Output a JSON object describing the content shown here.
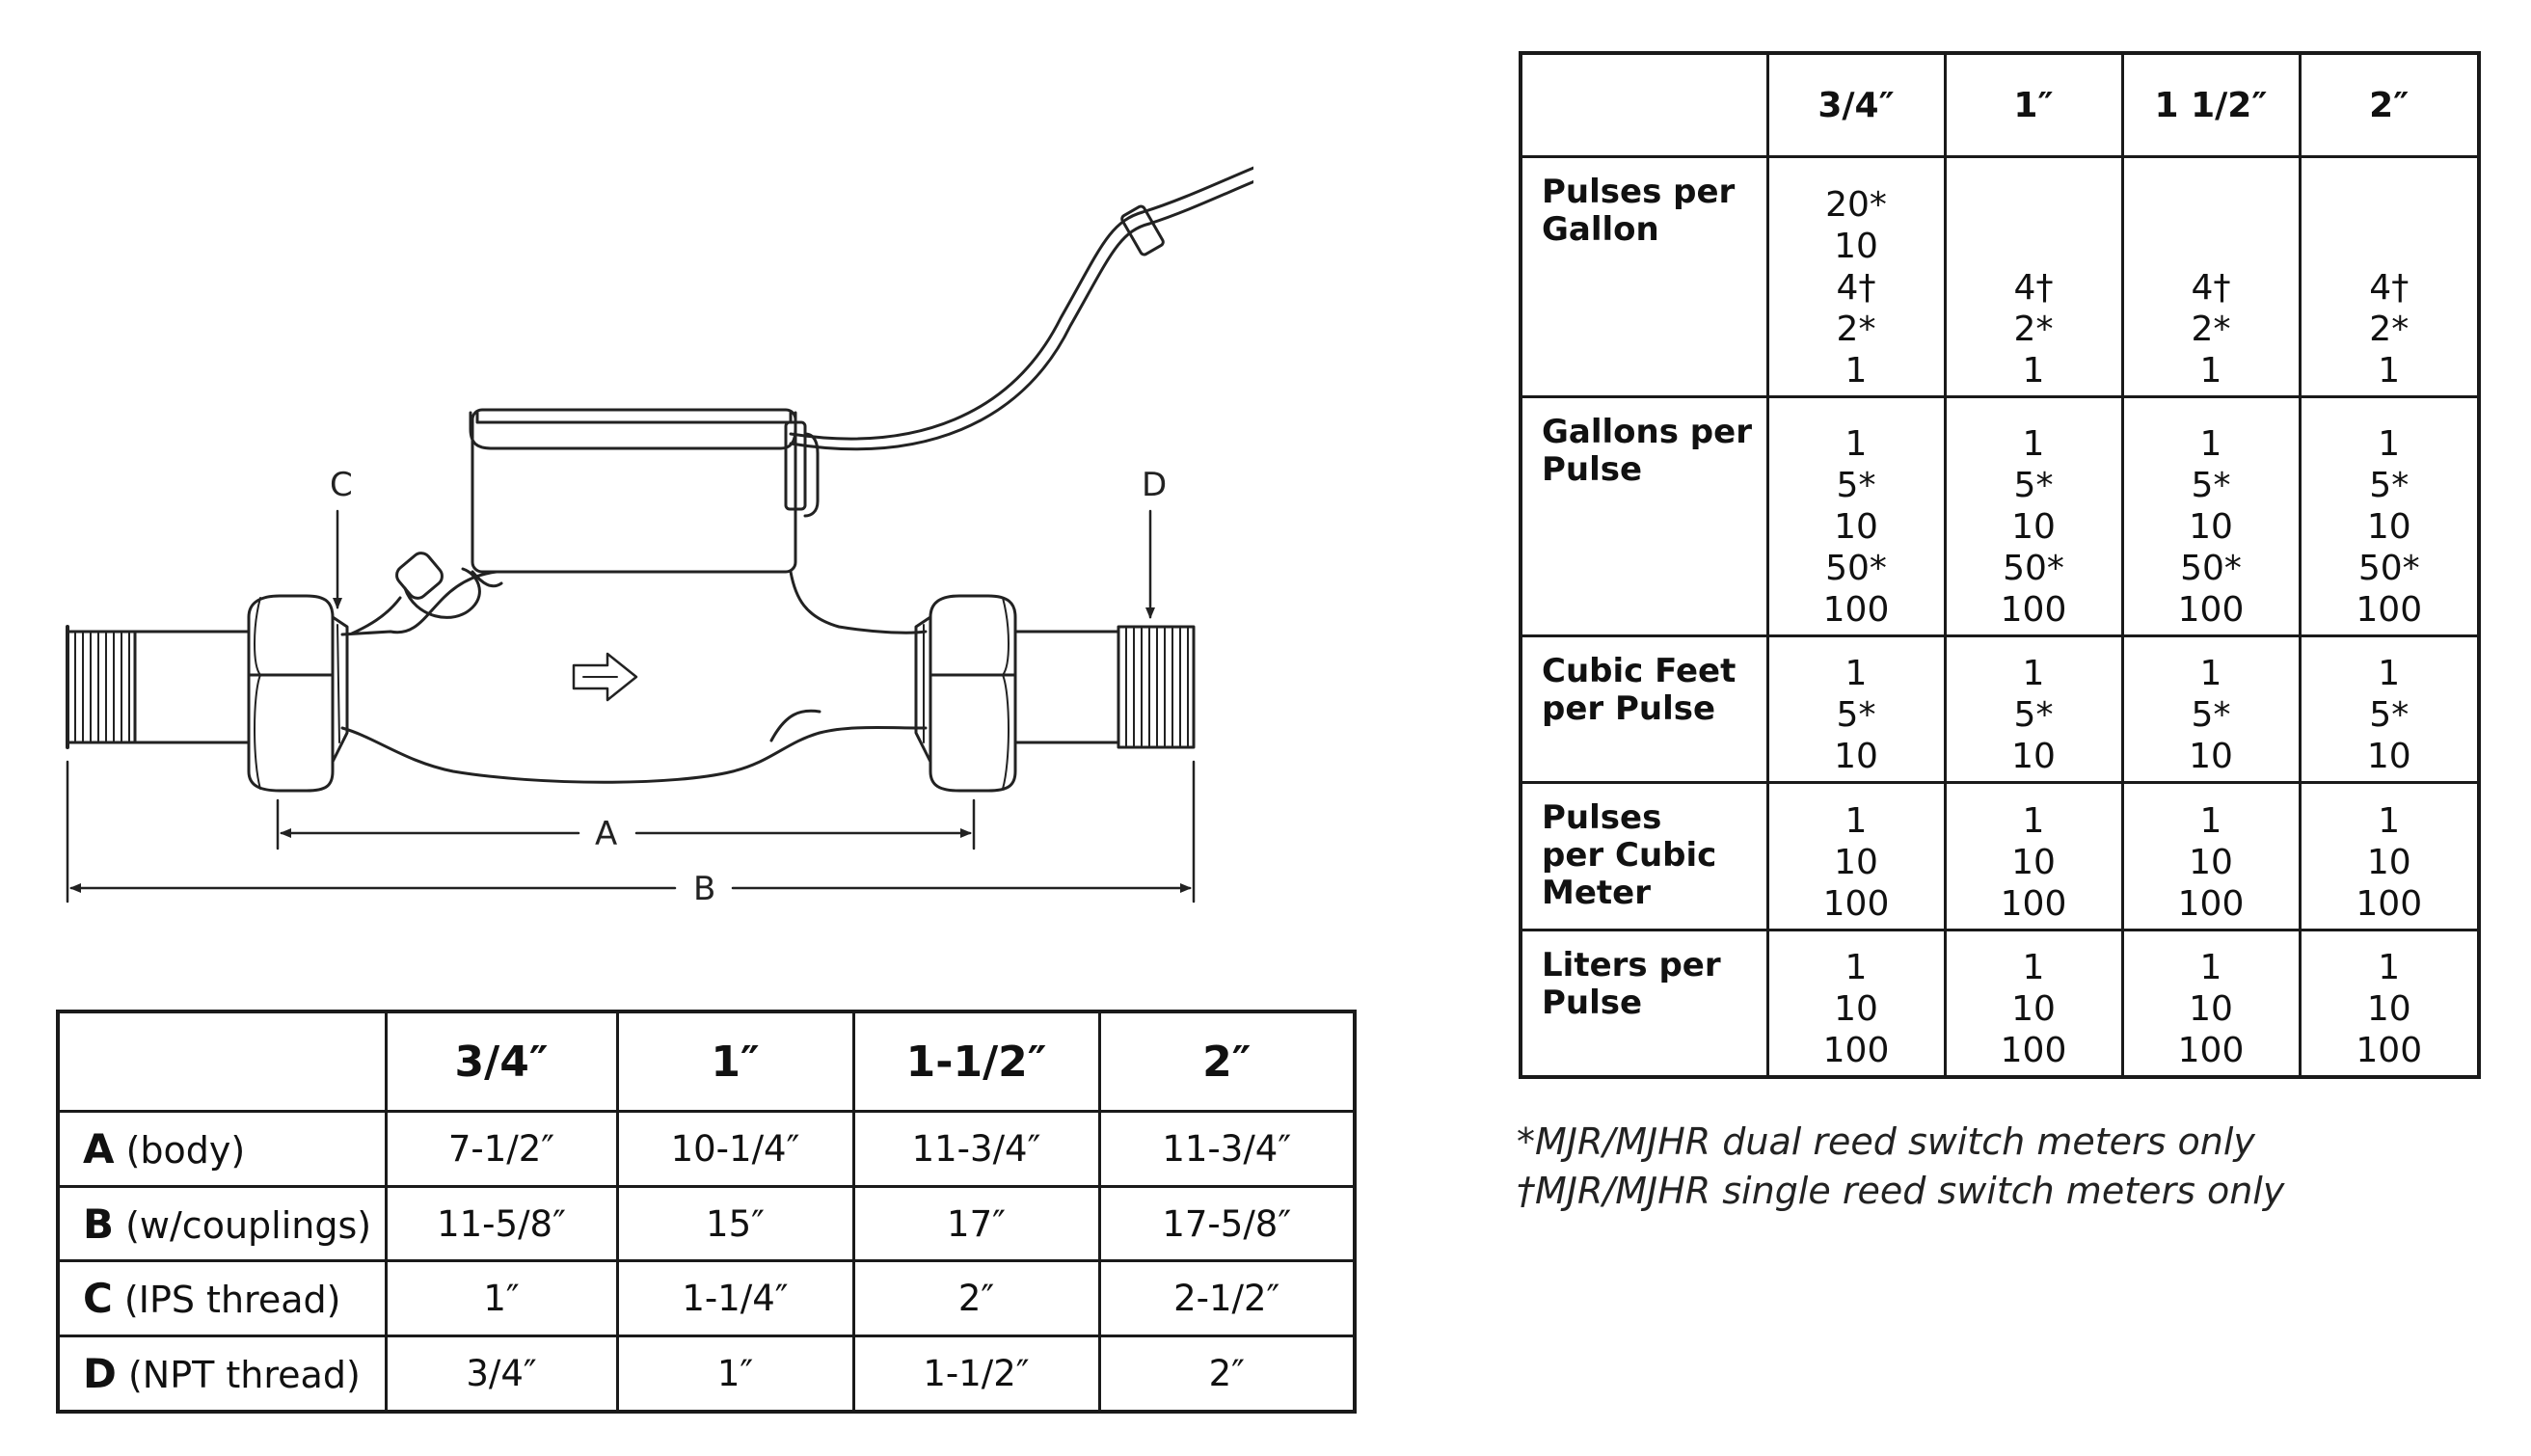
{
  "diagram": {
    "labels": {
      "c": "C",
      "d": "D",
      "a": "A",
      "b": "B"
    }
  },
  "dimensions_table": {
    "headers": [
      "",
      "3/4″",
      "1″",
      "1-1/2″",
      "2″"
    ],
    "rows": [
      {
        "letter": "A",
        "desc": " (body)",
        "values": [
          "7-1/2″",
          "10-1/4″",
          "11-3/4″",
          "11-3/4″"
        ]
      },
      {
        "letter": "B",
        "desc": " (w/couplings)",
        "values": [
          "11-5/8″",
          "15″",
          "17″",
          "17-5/8″"
        ]
      },
      {
        "letter": "C",
        "desc": " (IPS thread)",
        "values": [
          "1″",
          "1-1/4″",
          "2″",
          "2-1/2″"
        ]
      },
      {
        "letter": "D",
        "desc": " (NPT thread)",
        "values": [
          "3/4″",
          "1″",
          "1-1/2″",
          "2″"
        ]
      }
    ]
  },
  "pulse_table": {
    "headers": [
      "",
      "3/4″",
      "1″",
      "1 1/2″",
      "2″"
    ],
    "rows": [
      {
        "label": [
          "Pulses per",
          "Gallon"
        ],
        "cells": [
          [
            "20*",
            "10",
            "4†",
            "2*",
            "1"
          ],
          [
            "4†",
            "2*",
            "1"
          ],
          [
            "4†",
            "2*",
            "1"
          ],
          [
            "4†",
            "2*",
            "1"
          ]
        ]
      },
      {
        "label": [
          "Gallons per",
          "Pulse"
        ],
        "cells": [
          [
            "1",
            "5*",
            "10",
            "50*",
            "100"
          ],
          [
            "1",
            "5*",
            "10",
            "50*",
            "100"
          ],
          [
            "1",
            "5*",
            "10",
            "50*",
            "100"
          ],
          [
            "1",
            "5*",
            "10",
            "50*",
            "100"
          ]
        ]
      },
      {
        "label": [
          "Cubic Feet",
          "per Pulse"
        ],
        "cells": [
          [
            "1",
            "5*",
            "10"
          ],
          [
            "1",
            "5*",
            "10"
          ],
          [
            "1",
            "5*",
            "10"
          ],
          [
            "1",
            "5*",
            "10"
          ]
        ]
      },
      {
        "label": [
          "Pulses",
          "per Cubic",
          "Meter"
        ],
        "cells": [
          [
            "1",
            "10",
            "100"
          ],
          [
            "1",
            "10",
            "100"
          ],
          [
            "1",
            "10",
            "100"
          ],
          [
            "1",
            "10",
            "100"
          ]
        ]
      },
      {
        "label": [
          "Liters per",
          "Pulse"
        ],
        "cells": [
          [
            "1",
            "10",
            "100"
          ],
          [
            "1",
            "10",
            "100"
          ],
          [
            "1",
            "10",
            "100"
          ],
          [
            "1",
            "10",
            "100"
          ]
        ]
      }
    ]
  },
  "footnotes": {
    "dual": "*MJR/MJHR dual reed switch meters only",
    "single": "†MJR/MJHR single reed switch meters only"
  }
}
